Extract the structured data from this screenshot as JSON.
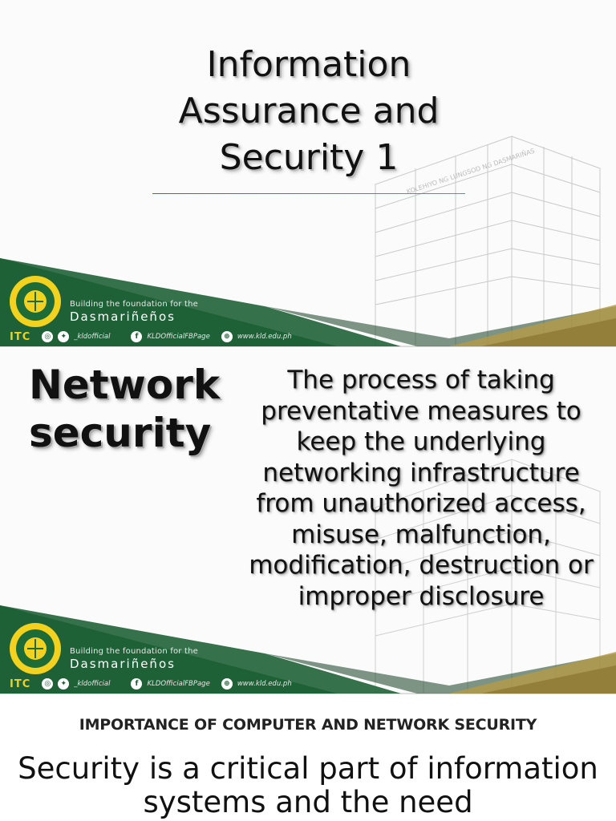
{
  "slide1": {
    "title": "Information Assurance and Security 1"
  },
  "slide2": {
    "heading": "Network security",
    "definition": "The process of taking preventative measures to keep the underlying networking infrastructure from unauthorized access, misuse, malfunction, modification, destruction or improper disclosure"
  },
  "slide3": {
    "heading": "IMPORTANCE OF COMPUTER AND NETWORK SECURITY",
    "body": "Security is a critical part of information systems and the need"
  },
  "footer": {
    "tagline_small": "Building the foundation for the",
    "tagline_big": "Dasmariñeños",
    "itc_mark": "ITC",
    "instagram_twitter_handle": "_kldofficial",
    "facebook_page": "KLDOfficialFBPage",
    "website": "www.kld.edu.ph",
    "building_sign": "KOLEHIYO NG LUNGSOD NG DASMARIÑAS"
  },
  "colors": {
    "band_green": "#1d5a32",
    "band_dark": "#153f24",
    "gold": "#b59a45",
    "title_text": "#111111"
  },
  "icons": [
    "school-seal-icon",
    "instagram-icon",
    "twitter-icon",
    "facebook-icon",
    "globe-icon"
  ]
}
